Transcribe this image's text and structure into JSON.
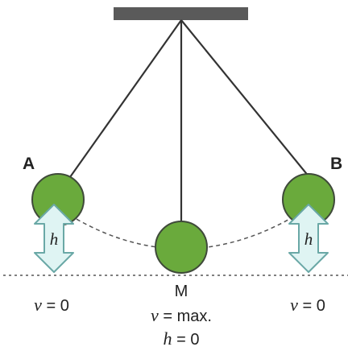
{
  "labels": {
    "point_a": "A",
    "point_b": "B",
    "point_m": "M",
    "height_left": "h",
    "height_right": "h",
    "left_v_var": "v",
    "left_v_value": " = 0",
    "right_v_var": "v",
    "right_v_value": " = 0",
    "mid_v_var": "v",
    "mid_v_value": " = max.",
    "mid_h_var": "h",
    "mid_h_value": " = 0"
  },
  "colors": {
    "bob_fill": "#6aaa3c",
    "bob_stroke": "#3f4a3a",
    "support_bar": "#5a5a5a",
    "string": "#333333",
    "arrow_fill": "#dff4f3",
    "arrow_stroke": "#6aa8a6",
    "dashed_line": "#555555"
  }
}
